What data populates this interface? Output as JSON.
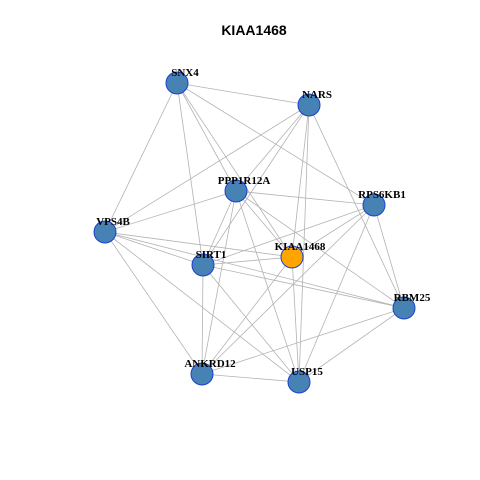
{
  "title": "KIAA1468",
  "colors": {
    "node_fill": "#4682b4",
    "node_stroke": "#1c3fd0",
    "focus_fill": "#ffa500",
    "focus_stroke": "#1c3fd0",
    "edge": "#b3b3b3"
  },
  "nodes": [
    {
      "id": "SNX4",
      "label": "SNX4",
      "focus": false
    },
    {
      "id": "NARS",
      "label": "NARS",
      "focus": false
    },
    {
      "id": "PPP1R12A",
      "label": "PPP1R12A",
      "focus": false
    },
    {
      "id": "RPS6KB1",
      "label": "RPS6KB1",
      "focus": false
    },
    {
      "id": "VPS4B",
      "label": "VPS4B",
      "focus": false
    },
    {
      "id": "KIAA1468",
      "label": "KIAA1468",
      "focus": true
    },
    {
      "id": "SIRT1",
      "label": "SIRT1",
      "focus": false
    },
    {
      "id": "RBM25",
      "label": "RBM25",
      "focus": false
    },
    {
      "id": "ANKRD12",
      "label": "ANKRD12",
      "focus": false
    },
    {
      "id": "USP15",
      "label": "USP15",
      "focus": false
    }
  ],
  "edges": [
    [
      "SNX4",
      "NARS"
    ],
    [
      "SNX4",
      "PPP1R12A"
    ],
    [
      "SNX4",
      "RPS6KB1"
    ],
    [
      "SNX4",
      "VPS4B"
    ],
    [
      "SNX4",
      "SIRT1"
    ],
    [
      "SNX4",
      "KIAA1468"
    ],
    [
      "NARS",
      "PPP1R12A"
    ],
    [
      "NARS",
      "VPS4B"
    ],
    [
      "NARS",
      "SIRT1"
    ],
    [
      "NARS",
      "RBM25"
    ],
    [
      "NARS",
      "USP15"
    ],
    [
      "NARS",
      "KIAA1468"
    ],
    [
      "PPP1R12A",
      "VPS4B"
    ],
    [
      "PPP1R12A",
      "RPS6KB1"
    ],
    [
      "PPP1R12A",
      "SIRT1"
    ],
    [
      "PPP1R12A",
      "ANKRD12"
    ],
    [
      "PPP1R12A",
      "USP15"
    ],
    [
      "PPP1R12A",
      "RBM25"
    ],
    [
      "PPP1R12A",
      "KIAA1468"
    ],
    [
      "RPS6KB1",
      "SIRT1"
    ],
    [
      "RPS6KB1",
      "ANKRD12"
    ],
    [
      "RPS6KB1",
      "USP15"
    ],
    [
      "RPS6KB1",
      "RBM25"
    ],
    [
      "RPS6KB1",
      "KIAA1468"
    ],
    [
      "VPS4B",
      "SIRT1"
    ],
    [
      "VPS4B",
      "KIAA1468"
    ],
    [
      "VPS4B",
      "ANKRD12"
    ],
    [
      "VPS4B",
      "USP15"
    ],
    [
      "VPS4B",
      "RBM25"
    ],
    [
      "SIRT1",
      "KIAA1468"
    ],
    [
      "SIRT1",
      "ANKRD12"
    ],
    [
      "SIRT1",
      "USP15"
    ],
    [
      "SIRT1",
      "RBM25"
    ],
    [
      "KIAA1468",
      "ANKRD12"
    ],
    [
      "KIAA1468",
      "USP15"
    ],
    [
      "ANKRD12",
      "USP15"
    ],
    [
      "ANKRD12",
      "RBM25"
    ],
    [
      "USP15",
      "RBM25"
    ]
  ]
}
